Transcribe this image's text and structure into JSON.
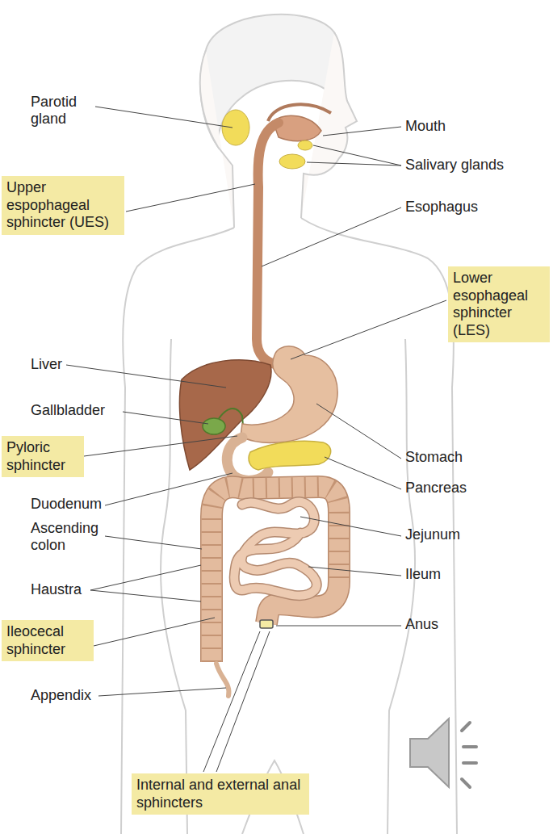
{
  "diagram": {
    "nodes": [
      {
        "text": [
          "Upper espophageal sphincter (UES)"
        ]
      },
      {
        "text": [
          "Lower esophageal sphincter (LES)"
        ]
      },
      {
        "text": [
          "Pyloric sphincter"
        ]
      },
      {
        "text": [
          "Ileocecal sphincter"
        ]
      },
      {
        "text": [
          "Internal and external anal sphincters"
        ]
      }
    ],
    "labels": [
      "Parotid gland",
      "Mouth",
      "Salivary glands",
      "Esophagus",
      "Liver",
      "Gallbladder",
      "Stomach",
      "Pancreas",
      "Duodenum",
      "Ascending colon",
      "Jejunum",
      "Ileum",
      "Haustra",
      "Anus",
      "Appendix"
    ]
  }
}
